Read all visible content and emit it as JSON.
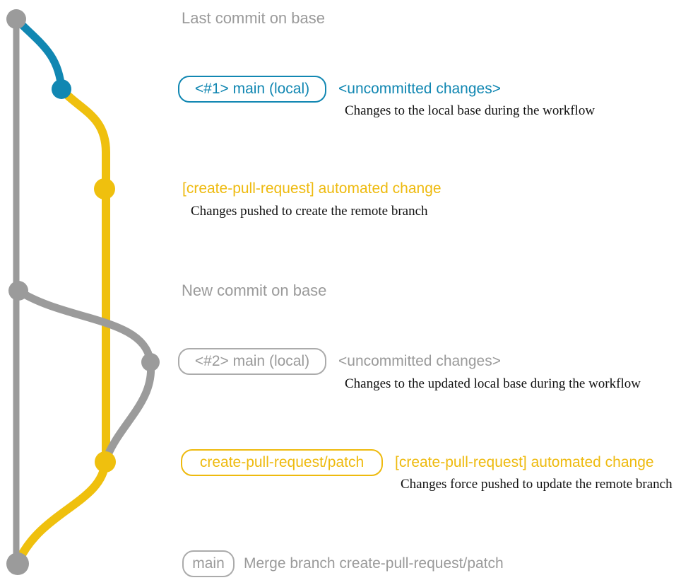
{
  "colors": {
    "gray": "#9b9b9b",
    "gray_text": "#9a9a9a",
    "gray_border": "#ababab",
    "blue": "#1187b2",
    "yellow": "#efc00e",
    "yellow_text": "#eeba0e",
    "desc_text": "#111111",
    "background": "#ffffff"
  },
  "graph": {
    "lanes": [
      {
        "name": "base",
        "color": "#9b9b9b"
      },
      {
        "name": "main (local)",
        "color": "#1187b2"
      },
      {
        "name": "create-pull-request/patch",
        "color": "#efc00e"
      }
    ],
    "commits": [
      {
        "id": "last-commit-on-base",
        "lane": "base",
        "color": "#9b9b9b"
      },
      {
        "id": "uncommitted-changes-1",
        "lane": "main (local)",
        "color": "#1187b2"
      },
      {
        "id": "automated-change-1",
        "lane": "create-pull-request/patch",
        "color": "#efc00e"
      },
      {
        "id": "new-commit-on-base",
        "lane": "base",
        "color": "#9b9b9b"
      },
      {
        "id": "uncommitted-changes-2",
        "lane": "main (local)",
        "color": "#9b9b9b"
      },
      {
        "id": "automated-change-2",
        "lane": "create-pull-request/patch",
        "color": "#efc00e"
      },
      {
        "id": "merge-commit",
        "lane": "base",
        "color": "#9b9b9b"
      }
    ]
  },
  "rows": {
    "last_commit": {
      "label": "Last commit on base"
    },
    "row1": {
      "badge": "<#1> main (local)",
      "note": "<uncommitted changes>",
      "desc": "Changes to the local base during the workflow"
    },
    "row2": {
      "label": "[create-pull-request] automated change",
      "desc": "Changes pushed to create the remote branch"
    },
    "new_commit": {
      "label": "New commit on base"
    },
    "row3": {
      "badge": "<#2> main (local)",
      "note": "<uncommitted changes>",
      "desc": "Changes to the updated local base during the workflow"
    },
    "row4": {
      "badge": "create-pull-request/patch",
      "note": "[create-pull-request] automated change",
      "desc": "Changes force pushed to update the remote branch"
    },
    "row5": {
      "badge": "main",
      "label": "Merge branch create-pull-request/patch"
    }
  }
}
